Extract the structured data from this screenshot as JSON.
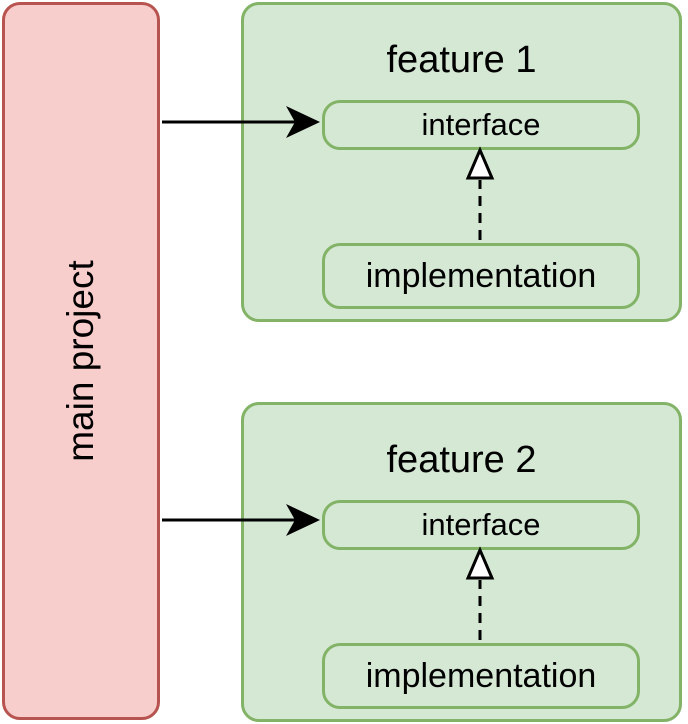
{
  "main": {
    "label": "main project"
  },
  "features": [
    {
      "title": "feature 1",
      "interface_label": "interface",
      "implementation_label": "implementation"
    },
    {
      "title": "feature 2",
      "interface_label": "interface",
      "implementation_label": "implementation"
    }
  ],
  "colors": {
    "main_fill": "#f8cecc",
    "main_stroke": "#b85450",
    "feature_fill": "#d5e8d4",
    "feature_stroke": "#82b366",
    "arrow": "#000000"
  }
}
